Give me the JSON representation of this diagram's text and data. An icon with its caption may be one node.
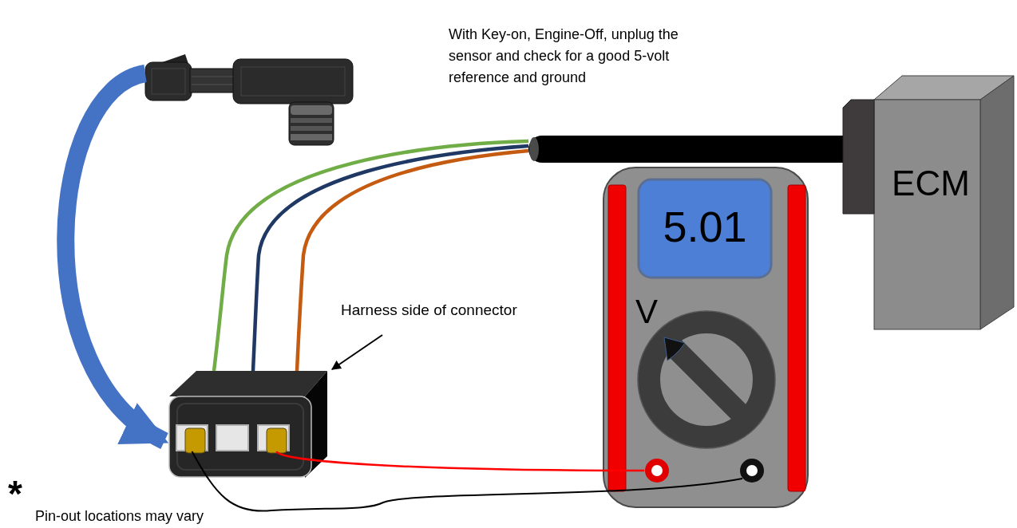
{
  "diagram": {
    "nodes": [
      {
        "text": [],
        "shape": "picture"
      },
      {
        "text": [],
        "shape": "picture"
      },
      {
        "text": [],
        "shape": "box",
        "in": 1
      },
      {
        "text": [],
        "shape": "box",
        "in": 1
      },
      {
        "text": [],
        "shape": "box",
        "in": 1
      },
      {
        "text": [],
        "shape": "bar"
      },
      {
        "text": [
          "ECM"
        ]
      },
      {
        "text": [
          "Harness side of connector"
        ]
      },
      {
        "text": [
          "5.01",
          "V"
        ]
      },
      {
        "text": [],
        "shape": "circle",
        "in": 8
      },
      {
        "text": [],
        "shape": "circle",
        "in": 8
      }
    ],
    "edges": [
      {
        "from": 0,
        "to": 1,
        "arrow": "to",
        "style": "thick",
        "color": "#4472c4"
      },
      {
        "from": 7,
        "to": 1,
        "arrow": "to"
      },
      {
        "from": 1,
        "to": 5,
        "arrow": "none",
        "color": "#70ad47"
      },
      {
        "from": 1,
        "to": 5,
        "arrow": "none",
        "color": "#1f3864"
      },
      {
        "from": 1,
        "to": 5,
        "arrow": "none",
        "color": "#c55a11"
      },
      {
        "from": 4,
        "to": 9,
        "arrow": "none",
        "color": "#ff0000"
      },
      {
        "from": 2,
        "to": 10,
        "arrow": "none"
      }
    ],
    "labels": [
      "With Key-on, Engine-Off, unplug the sensor and check for a good 5-volt reference and ground",
      "*",
      "Pin-out locations may vary"
    ]
  }
}
